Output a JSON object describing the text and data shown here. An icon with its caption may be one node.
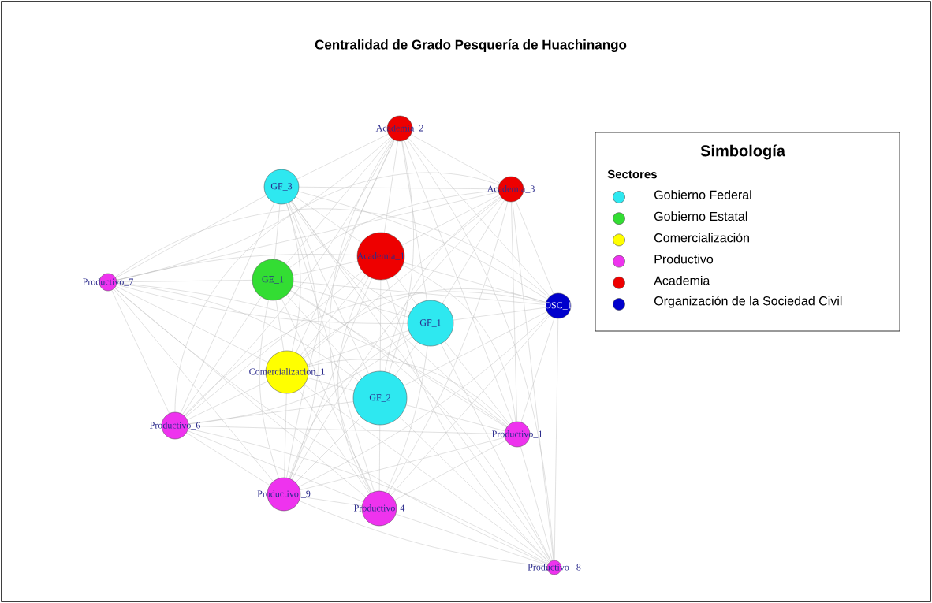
{
  "diagram": {
    "title": "Centralidad de Grado Pesquería de Huachinango",
    "nodes": [
      {
        "text": [
          "Academia_2"
        ]
      },
      {
        "text": [
          "GF_3"
        ]
      },
      {
        "text": [
          "Academia_3"
        ]
      },
      {
        "text": [
          "Academia_1"
        ]
      },
      {
        "text": [
          "Productivo_7"
        ]
      },
      {
        "text": [
          "GE_1"
        ]
      },
      {
        "text": [
          "OSC_1"
        ]
      },
      {
        "text": [
          "GF_1"
        ]
      },
      {
        "text": [
          "Comercializacion_1"
        ]
      },
      {
        "text": [
          "GF_2"
        ]
      },
      {
        "text": [
          "Productivo_6"
        ]
      },
      {
        "text": [
          "Productivo_1"
        ]
      },
      {
        "text": [
          "Productivo _9"
        ]
      },
      {
        "text": [
          "Productivo_4"
        ]
      },
      {
        "text": [
          "Productivo _8"
        ]
      }
    ],
    "edges": [
      {
        "from": 0,
        "to": 1,
        "arrow": "none"
      },
      {
        "from": 0,
        "to": 2,
        "arrow": "none"
      },
      {
        "from": 0,
        "to": 3,
        "arrow": "none"
      },
      {
        "from": 0,
        "to": 4,
        "arrow": "none"
      },
      {
        "from": 0,
        "to": 5,
        "arrow": "none"
      },
      {
        "from": 0,
        "to": 6,
        "arrow": "none"
      },
      {
        "from": 0,
        "to": 7,
        "arrow": "none"
      },
      {
        "from": 0,
        "to": 8,
        "arrow": "none"
      },
      {
        "from": 0,
        "to": 9,
        "arrow": "none"
      },
      {
        "from": 0,
        "to": 10,
        "arrow": "none"
      },
      {
        "from": 0,
        "to": 11,
        "arrow": "none"
      },
      {
        "from": 0,
        "to": 12,
        "arrow": "none"
      },
      {
        "from": 0,
        "to": 13,
        "arrow": "none"
      },
      {
        "from": 0,
        "to": 14,
        "arrow": "none"
      },
      {
        "from": 1,
        "to": 2,
        "arrow": "none"
      },
      {
        "from": 1,
        "to": 3,
        "arrow": "none"
      },
      {
        "from": 1,
        "to": 4,
        "arrow": "none"
      },
      {
        "from": 1,
        "to": 5,
        "arrow": "none"
      },
      {
        "from": 1,
        "to": 6,
        "arrow": "none"
      },
      {
        "from": 1,
        "to": 7,
        "arrow": "none"
      },
      {
        "from": 1,
        "to": 8,
        "arrow": "none"
      },
      {
        "from": 1,
        "to": 9,
        "arrow": "none"
      },
      {
        "from": 1,
        "to": 10,
        "arrow": "none"
      },
      {
        "from": 1,
        "to": 11,
        "arrow": "none"
      },
      {
        "from": 1,
        "to": 12,
        "arrow": "none"
      },
      {
        "from": 1,
        "to": 13,
        "arrow": "none"
      },
      {
        "from": 1,
        "to": 14,
        "arrow": "none"
      },
      {
        "from": 2,
        "to": 3,
        "arrow": "none"
      },
      {
        "from": 2,
        "to": 4,
        "arrow": "none"
      },
      {
        "from": 2,
        "to": 5,
        "arrow": "none"
      },
      {
        "from": 2,
        "to": 6,
        "arrow": "none"
      },
      {
        "from": 2,
        "to": 7,
        "arrow": "none"
      },
      {
        "from": 2,
        "to": 8,
        "arrow": "none"
      },
      {
        "from": 2,
        "to": 9,
        "arrow": "none"
      },
      {
        "from": 2,
        "to": 10,
        "arrow": "none"
      },
      {
        "from": 2,
        "to": 11,
        "arrow": "none"
      },
      {
        "from": 2,
        "to": 12,
        "arrow": "none"
      },
      {
        "from": 2,
        "to": 13,
        "arrow": "none"
      },
      {
        "from": 2,
        "to": 14,
        "arrow": "none"
      },
      {
        "from": 3,
        "to": 4,
        "arrow": "none"
      },
      {
        "from": 3,
        "to": 5,
        "arrow": "none"
      },
      {
        "from": 3,
        "to": 6,
        "arrow": "none"
      },
      {
        "from": 3,
        "to": 7,
        "arrow": "none"
      },
      {
        "from": 3,
        "to": 8,
        "arrow": "none"
      },
      {
        "from": 3,
        "to": 9,
        "arrow": "none"
      },
      {
        "from": 3,
        "to": 10,
        "arrow": "none"
      },
      {
        "from": 3,
        "to": 11,
        "arrow": "none"
      },
      {
        "from": 3,
        "to": 12,
        "arrow": "none"
      },
      {
        "from": 3,
        "to": 13,
        "arrow": "none"
      },
      {
        "from": 3,
        "to": 14,
        "arrow": "none"
      },
      {
        "from": 4,
        "to": 5,
        "arrow": "none"
      },
      {
        "from": 4,
        "to": 6,
        "arrow": "none"
      },
      {
        "from": 4,
        "to": 7,
        "arrow": "none"
      },
      {
        "from": 4,
        "to": 8,
        "arrow": "none"
      },
      {
        "from": 4,
        "to": 9,
        "arrow": "none"
      },
      {
        "from": 4,
        "to": 10,
        "arrow": "none"
      },
      {
        "from": 4,
        "to": 11,
        "arrow": "none"
      },
      {
        "from": 4,
        "to": 12,
        "arrow": "none"
      },
      {
        "from": 4,
        "to": 13,
        "arrow": "none"
      },
      {
        "from": 4,
        "to": 14,
        "arrow": "none"
      },
      {
        "from": 5,
        "to": 6,
        "arrow": "none"
      },
      {
        "from": 5,
        "to": 7,
        "arrow": "none"
      },
      {
        "from": 5,
        "to": 8,
        "arrow": "none"
      },
      {
        "from": 5,
        "to": 9,
        "arrow": "none"
      },
      {
        "from": 5,
        "to": 10,
        "arrow": "none"
      },
      {
        "from": 5,
        "to": 11,
        "arrow": "none"
      },
      {
        "from": 5,
        "to": 12,
        "arrow": "none"
      },
      {
        "from": 5,
        "to": 13,
        "arrow": "none"
      },
      {
        "from": 5,
        "to": 14,
        "arrow": "none"
      },
      {
        "from": 6,
        "to": 7,
        "arrow": "none"
      },
      {
        "from": 6,
        "to": 8,
        "arrow": "none"
      },
      {
        "from": 6,
        "to": 9,
        "arrow": "none"
      },
      {
        "from": 6,
        "to": 10,
        "arrow": "none"
      },
      {
        "from": 6,
        "to": 11,
        "arrow": "none"
      },
      {
        "from": 6,
        "to": 12,
        "arrow": "none"
      },
      {
        "from": 6,
        "to": 13,
        "arrow": "none"
      },
      {
        "from": 6,
        "to": 14,
        "arrow": "none"
      },
      {
        "from": 7,
        "to": 8,
        "arrow": "none"
      },
      {
        "from": 7,
        "to": 9,
        "arrow": "none"
      },
      {
        "from": 7,
        "to": 10,
        "arrow": "none"
      },
      {
        "from": 7,
        "to": 11,
        "arrow": "none"
      },
      {
        "from": 7,
        "to": 12,
        "arrow": "none"
      },
      {
        "from": 7,
        "to": 13,
        "arrow": "none"
      },
      {
        "from": 7,
        "to": 14,
        "arrow": "none"
      },
      {
        "from": 8,
        "to": 9,
        "arrow": "none"
      },
      {
        "from": 8,
        "to": 10,
        "arrow": "none"
      },
      {
        "from": 8,
        "to": 11,
        "arrow": "none"
      },
      {
        "from": 8,
        "to": 12,
        "arrow": "none"
      },
      {
        "from": 8,
        "to": 13,
        "arrow": "none"
      },
      {
        "from": 8,
        "to": 14,
        "arrow": "none"
      },
      {
        "from": 9,
        "to": 10,
        "arrow": "none"
      },
      {
        "from": 9,
        "to": 11,
        "arrow": "none"
      },
      {
        "from": 9,
        "to": 12,
        "arrow": "none"
      },
      {
        "from": 9,
        "to": 13,
        "arrow": "none"
      },
      {
        "from": 9,
        "to": 14,
        "arrow": "none"
      },
      {
        "from": 10,
        "to": 11,
        "arrow": "none"
      },
      {
        "from": 10,
        "to": 12,
        "arrow": "none"
      },
      {
        "from": 10,
        "to": 13,
        "arrow": "none"
      },
      {
        "from": 10,
        "to": 14,
        "arrow": "none"
      },
      {
        "from": 11,
        "to": 12,
        "arrow": "none"
      },
      {
        "from": 11,
        "to": 13,
        "arrow": "none"
      },
      {
        "from": 11,
        "to": 14,
        "arrow": "none"
      },
      {
        "from": 12,
        "to": 13,
        "arrow": "none"
      },
      {
        "from": 12,
        "to": 14,
        "arrow": "none"
      },
      {
        "from": 13,
        "to": 14,
        "arrow": "none"
      }
    ],
    "labels": [
      "Simbología",
      "Sectores"
    ],
    "legend": [
      {
        "text": "Gobierno Federal",
        "color": "#2ee8f0"
      },
      {
        "text": "Gobierno Estatal",
        "color": "#33dd33"
      },
      {
        "text": "Comercialización",
        "color": "#ffff00"
      },
      {
        "text": "Productivo",
        "color": "#ee33ee"
      },
      {
        "text": "Academia",
        "color": "#ee0000"
      },
      {
        "text": "Organización de la Sociedad Civil",
        "color": "#0000cc"
      }
    ]
  }
}
